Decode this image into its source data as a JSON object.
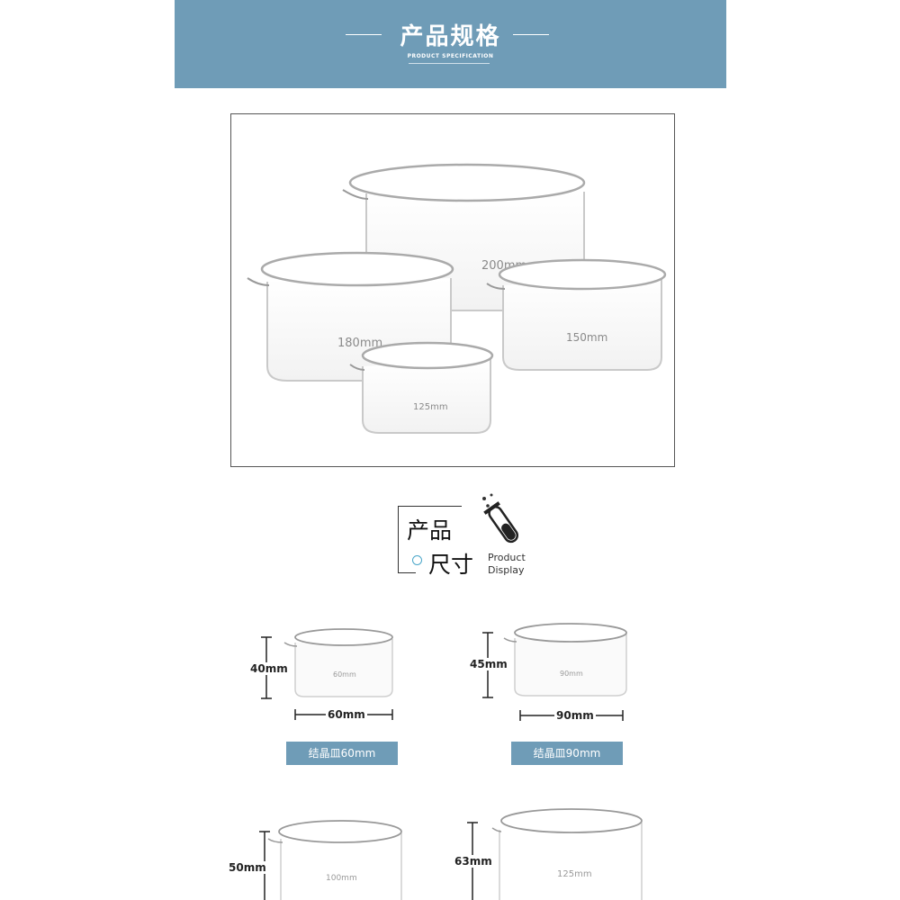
{
  "banner": {
    "title": "产品规格",
    "subtitle": "PRODUCT SPECIFICATION",
    "color": "#6f9cb7"
  },
  "photo": {
    "dishes": [
      {
        "label": "200mm"
      },
      {
        "label": "180mm"
      },
      {
        "label": "150mm"
      },
      {
        "label": "125mm"
      }
    ]
  },
  "badge": {
    "line1": "产品",
    "line2": "尺寸",
    "english_line1": "Product",
    "english_line2": "Display",
    "icon": "test-tube-icon",
    "accent": "#4aa6c9"
  },
  "specs": [
    {
      "height": "40mm",
      "width": "60mm",
      "dish_label": "60mm",
      "tag": "结晶皿60mm"
    },
    {
      "height": "45mm",
      "width": "90mm",
      "dish_label": "90mm",
      "tag": "结晶皿90mm"
    },
    {
      "height": "50mm",
      "dish_label": "100mm"
    },
    {
      "height": "63mm",
      "dish_label": "125mm"
    }
  ]
}
